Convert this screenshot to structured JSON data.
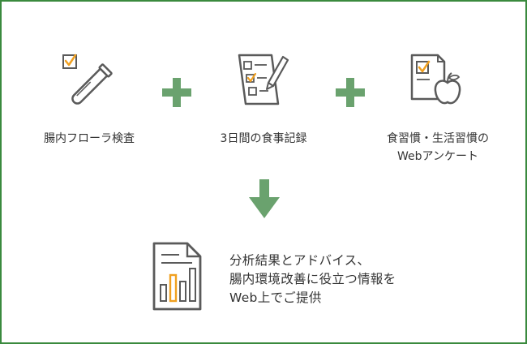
{
  "items": [
    {
      "label_lines": [
        "腸内フローラ検査"
      ]
    },
    {
      "label_lines": [
        "3日間の食事記録"
      ]
    },
    {
      "label_lines": [
        "食習慣・生活習慣の",
        "Webアンケート"
      ]
    }
  ],
  "result": {
    "lines": [
      "分析結果とアドバイス、",
      "腸内環境改善に役立つ情報を",
      "Web上でご提供"
    ]
  },
  "colors": {
    "border": "#3a8a3e",
    "plus": "#6aa26e",
    "arrow": "#6aa26e",
    "icon_stroke": "#5a5a5a",
    "check": "#f0a020"
  }
}
